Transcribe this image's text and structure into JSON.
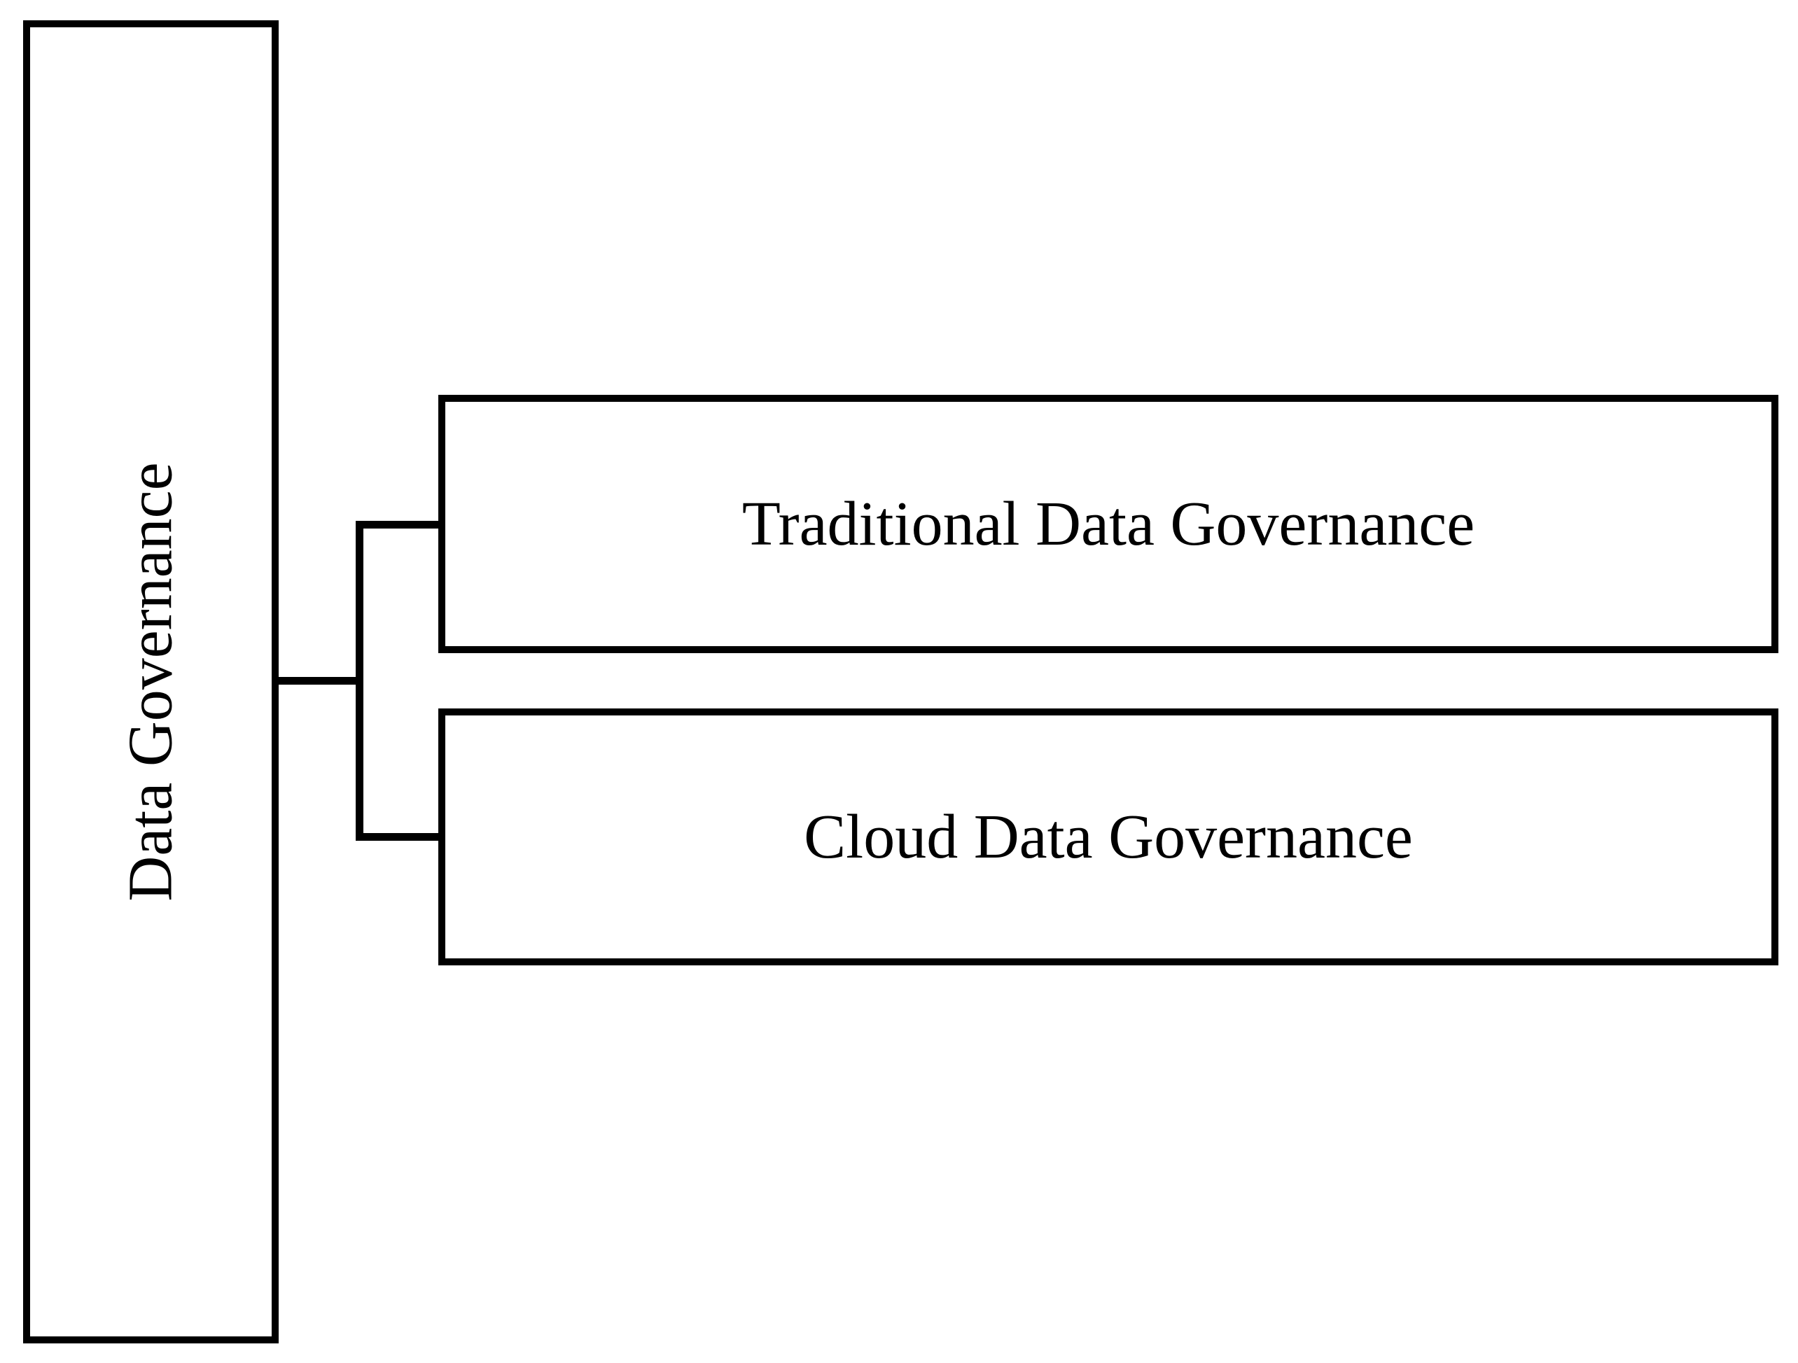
{
  "diagram": {
    "root": {
      "label": "Data Governance"
    },
    "children": [
      {
        "label": "Traditional Data Governance"
      },
      {
        "label": "Cloud Data Governance"
      }
    ],
    "colors": {
      "line": "#000000",
      "text": "#000000",
      "background": "#ffffff"
    }
  }
}
